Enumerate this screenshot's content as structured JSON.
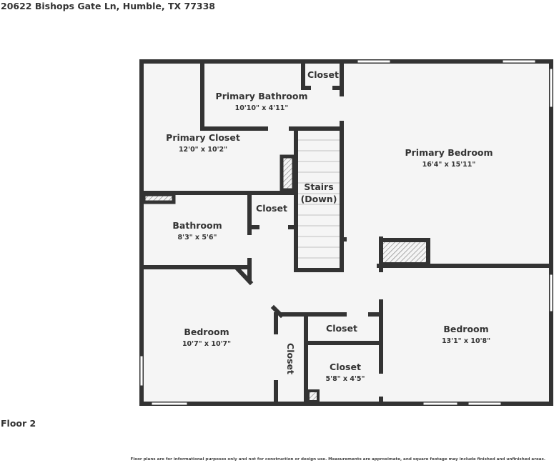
{
  "header": {
    "address": "20622 Bishops Gate Ln, Humble, TX 77338"
  },
  "floor_label": "Floor 2",
  "disclaimer": "Floor plans are for informational purposes only and not for construction or design use. Measurements are approximate, and square footage may include finished and unfinished areas.",
  "colors": {
    "wall": "#333333",
    "floor": "#f5f5f5"
  },
  "rooms": [
    {
      "name": "Primary Bathroom",
      "dims": "10'10\" x 4'11\""
    },
    {
      "name": "Closet",
      "dims": ""
    },
    {
      "name": "Primary Closet",
      "dims": "12'0\" x 10'2\""
    },
    {
      "name": "Primary Bedroom",
      "dims": "16'4\" x 15'11\""
    },
    {
      "name": "Stairs",
      "dims": "(Down)"
    },
    {
      "name": "Bathroom",
      "dims": "8'3\" x 5'6\""
    },
    {
      "name": "Closet",
      "dims": ""
    },
    {
      "name": "Bedroom",
      "dims": "10'7\" x 10'7\""
    },
    {
      "name": "Closet",
      "dims": ""
    },
    {
      "name": "Closet",
      "dims": ""
    },
    {
      "name": "Closet",
      "dims": "5'8\" x 4'5\""
    },
    {
      "name": "Bedroom",
      "dims": "13'1\" x 10'8\""
    }
  ]
}
